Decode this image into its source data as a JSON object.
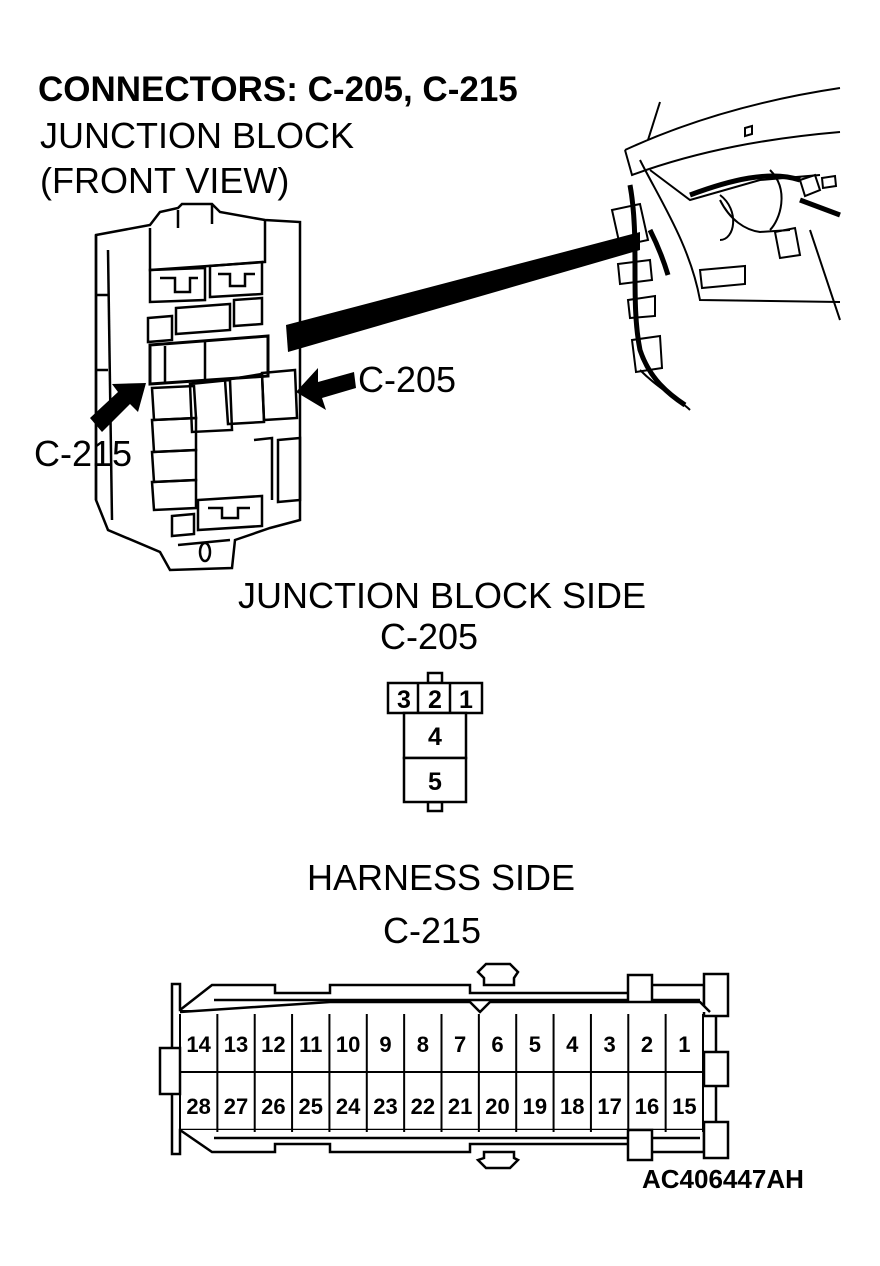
{
  "title": "CONNECTORS: C-205, C-215",
  "junction_block": {
    "line1": "JUNCTION BLOCK",
    "line2": "(FRONT VIEW)"
  },
  "callouts": {
    "c205": "C-205",
    "c215": "C-215"
  },
  "c205_connector": {
    "side_label": "JUNCTION BLOCK SIDE",
    "name": "C-205",
    "top_row": [
      "3",
      "2",
      "1"
    ],
    "column": [
      "4",
      "5"
    ]
  },
  "c215_connector": {
    "side_label": "HARNESS SIDE",
    "name": "C-215",
    "top_row": [
      "14",
      "13",
      "12",
      "11",
      "10",
      "9",
      "8",
      "7",
      "6",
      "5",
      "4",
      "3",
      "2",
      "1"
    ],
    "bottom_row": [
      "28",
      "27",
      "26",
      "25",
      "24",
      "23",
      "22",
      "21",
      "20",
      "19",
      "18",
      "17",
      "16",
      "15"
    ]
  },
  "figure_code": "AC406447AH"
}
